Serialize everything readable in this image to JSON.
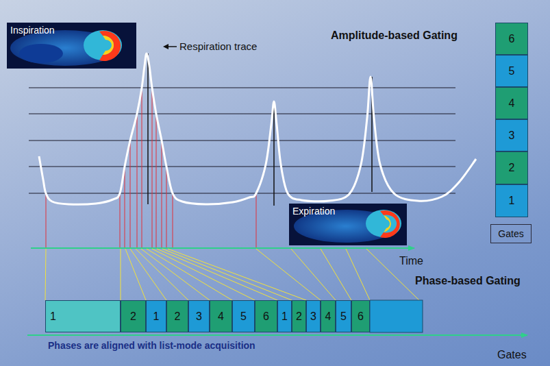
{
  "diagram": {
    "nodes": [
      {
        "text": [
          "Inspiration"
        ]
      },
      {
        "text": [
          "6"
        ]
      },
      {
        "text": [
          "5"
        ]
      },
      {
        "text": [
          "4"
        ]
      },
      {
        "text": [
          "3"
        ]
      },
      {
        "text": [
          "2"
        ]
      },
      {
        "text": [
          "1"
        ]
      },
      {
        "text": [
          "Gates"
        ]
      },
      {
        "text": [
          "Expiration"
        ]
      },
      {
        "text": [
          "1"
        ]
      },
      {
        "text": [
          "2"
        ]
      },
      {
        "text": [
          "1"
        ]
      },
      {
        "text": [
          "2"
        ]
      },
      {
        "text": [
          "3"
        ]
      },
      {
        "text": [
          "4"
        ]
      },
      {
        "text": [
          "5"
        ]
      },
      {
        "text": [
          "6"
        ]
      },
      {
        "text": [
          "1"
        ]
      },
      {
        "text": [
          "2"
        ]
      },
      {
        "text": [
          "3"
        ]
      },
      {
        "text": [
          "4"
        ]
      },
      {
        "text": [
          "5"
        ]
      },
      {
        "text": [
          "6"
        ]
      }
    ],
    "labels": [
      "Respiration trace",
      "Amplitude-based Gating",
      "Time",
      "Phase-based Gating",
      "Phases are aligned with list-mode acquisition",
      "Gates"
    ]
  }
}
